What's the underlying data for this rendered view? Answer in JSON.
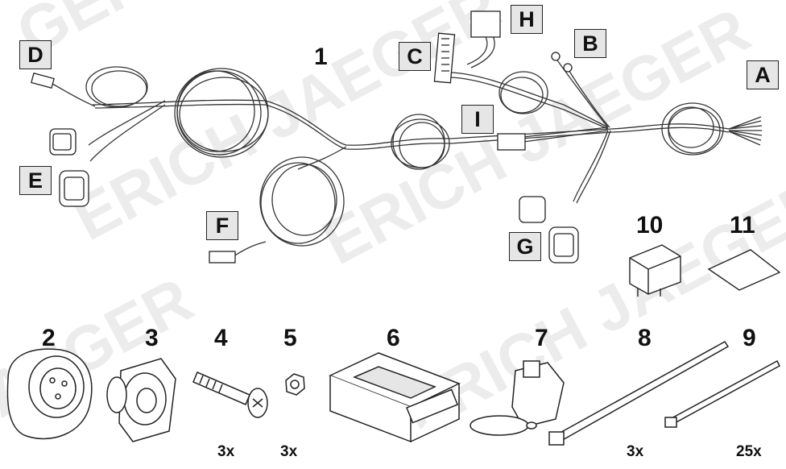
{
  "diagram": {
    "watermark": "ERICH JAEGER",
    "connector_labels": {
      "A": "A",
      "B": "B",
      "C": "C",
      "D": "D",
      "E": "E",
      "F": "F",
      "G": "G",
      "H": "H",
      "I": "I"
    },
    "parts": [
      {
        "number": "1",
        "quantity": ""
      },
      {
        "number": "2",
        "quantity": ""
      },
      {
        "number": "3",
        "quantity": ""
      },
      {
        "number": "4",
        "quantity": "3x"
      },
      {
        "number": "5",
        "quantity": "3x"
      },
      {
        "number": "6",
        "quantity": ""
      },
      {
        "number": "7",
        "quantity": ""
      },
      {
        "number": "8",
        "quantity": "3x"
      },
      {
        "number": "9",
        "quantity": "25x"
      },
      {
        "number": "10",
        "quantity": ""
      },
      {
        "number": "11",
        "quantity": ""
      }
    ]
  }
}
